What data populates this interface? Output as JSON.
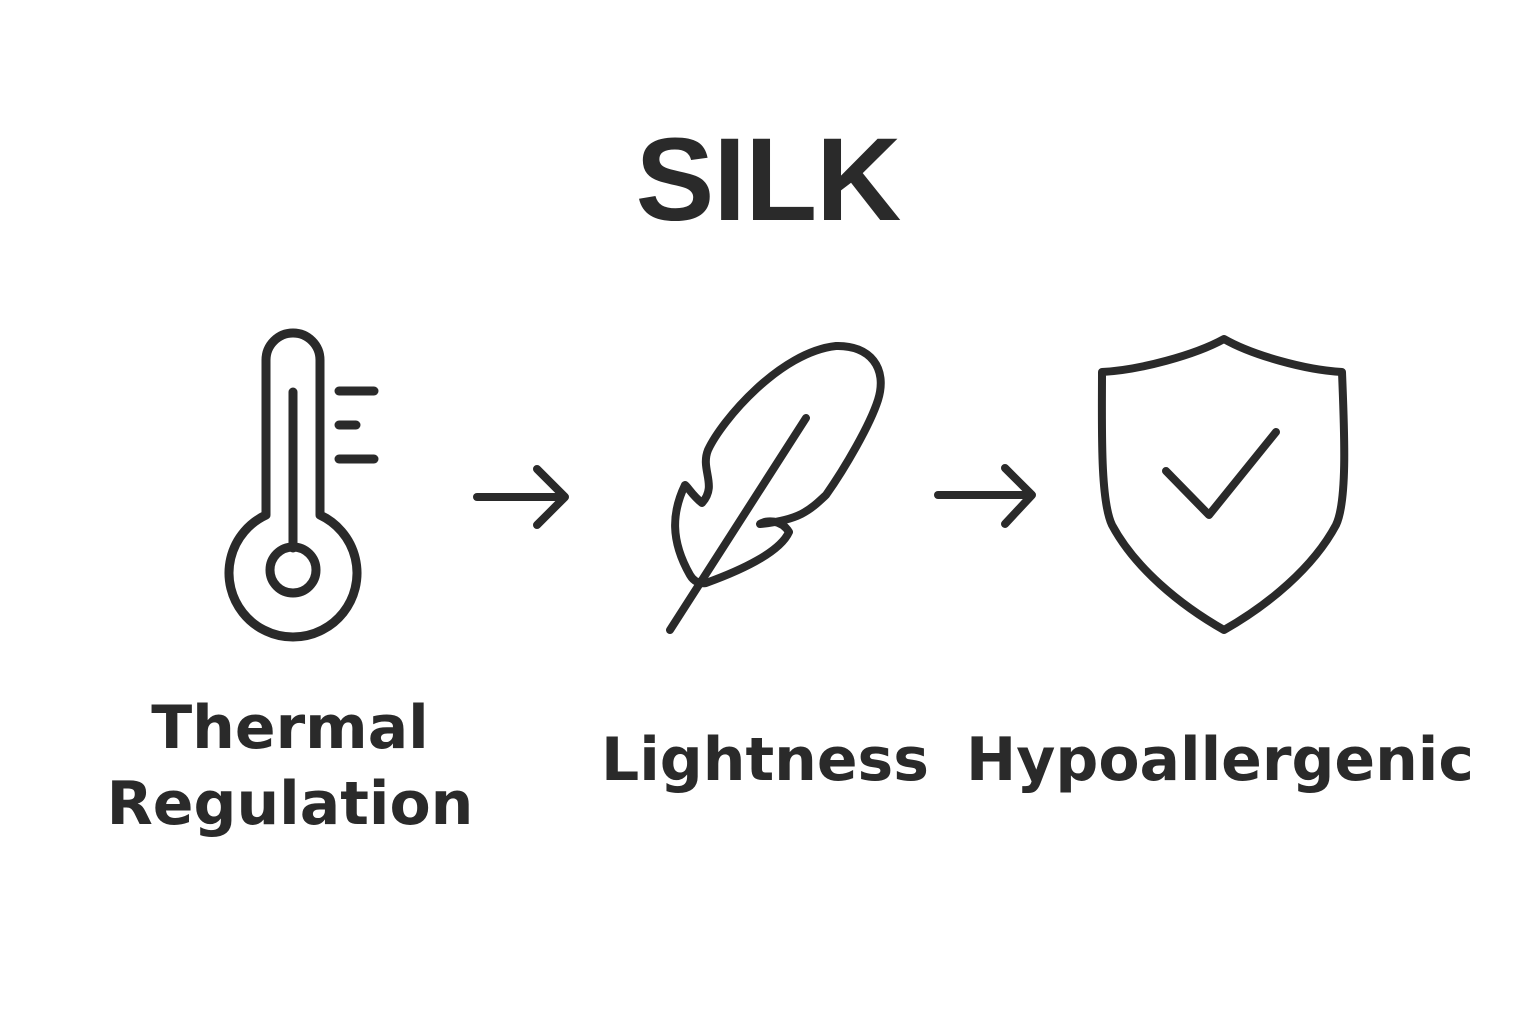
{
  "title": "SILK",
  "colors": {
    "ink": "#2a2a2a",
    "background": "#ffffff"
  },
  "features": [
    {
      "icon": "thermometer-icon",
      "label_lines": [
        "Thermal",
        "Regulation"
      ]
    },
    {
      "icon": "feather-icon",
      "label_lines": [
        "Lightness"
      ]
    },
    {
      "icon": "shield-check-icon",
      "label_lines": [
        "Hypoallergenic"
      ]
    }
  ],
  "connectors": [
    "arrow-right-icon",
    "arrow-right-icon"
  ]
}
